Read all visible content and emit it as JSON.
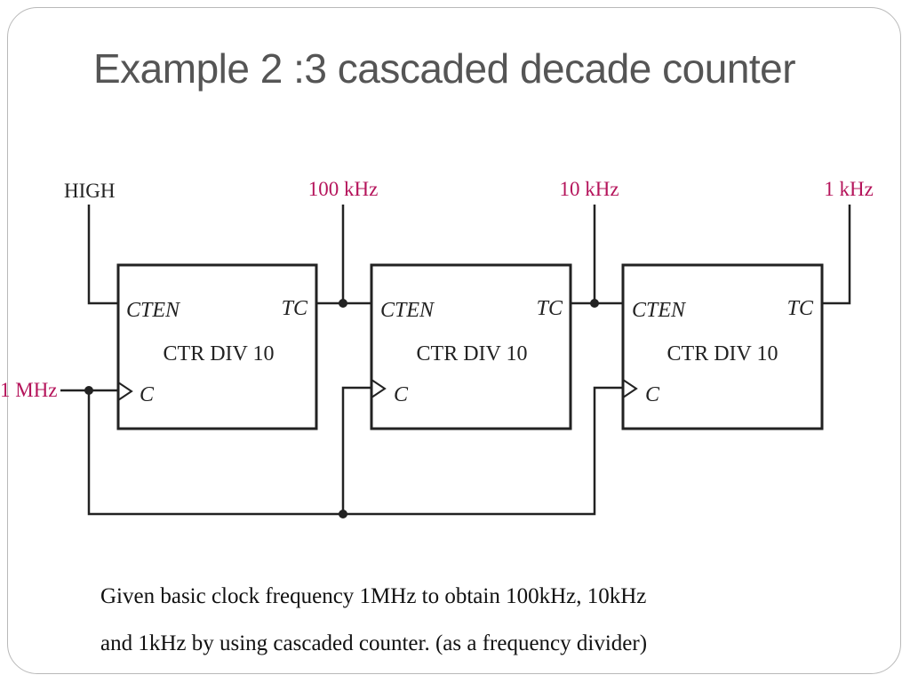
{
  "slide": {
    "title": "Example 2 :3 cascaded decade counter",
    "caption_lines": [
      "Given basic clock frequency 1MHz to obtain 100kHz, 10kHz",
      "and 1kHz by using cascaded counter. (as a frequency divider)"
    ]
  },
  "diagram": {
    "enable_input": "HIGH",
    "clock_input": "1 MHz",
    "outputs": [
      "100 kHz",
      "10 kHz",
      "1 kHz"
    ],
    "counters": [
      {
        "enable_pin": "CTEN",
        "terminal_count_pin": "TC",
        "name": "CTR DIV 10",
        "clock_pin": "C"
      },
      {
        "enable_pin": "CTEN",
        "terminal_count_pin": "TC",
        "name": "CTR DIV 10",
        "clock_pin": "C"
      },
      {
        "enable_pin": "CTEN",
        "terminal_count_pin": "TC",
        "name": "CTR DIV 10",
        "clock_pin": "C"
      }
    ],
    "colors": {
      "line": "#222222",
      "frequency_label": "#b5145b",
      "title": "#555555"
    }
  }
}
